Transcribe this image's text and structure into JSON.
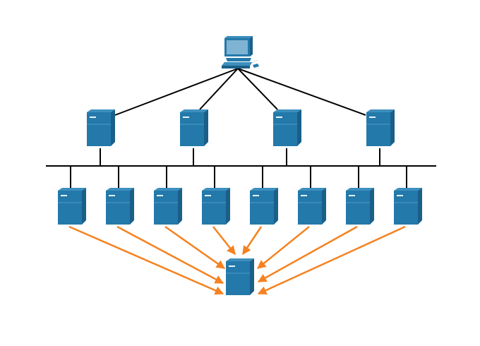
{
  "diagram": {
    "type": "network-topology",
    "nodes": {
      "client": "computer",
      "tier1_servers": 4,
      "tier2_servers": 8,
      "target_server": "server"
    },
    "colors": {
      "server_front": "#2379aa",
      "server_top": "#3d8fbd",
      "server_side": "#1a5f88",
      "link": "#000000",
      "arrow": "#f58220",
      "screen": "#7fb3d3"
    }
  }
}
